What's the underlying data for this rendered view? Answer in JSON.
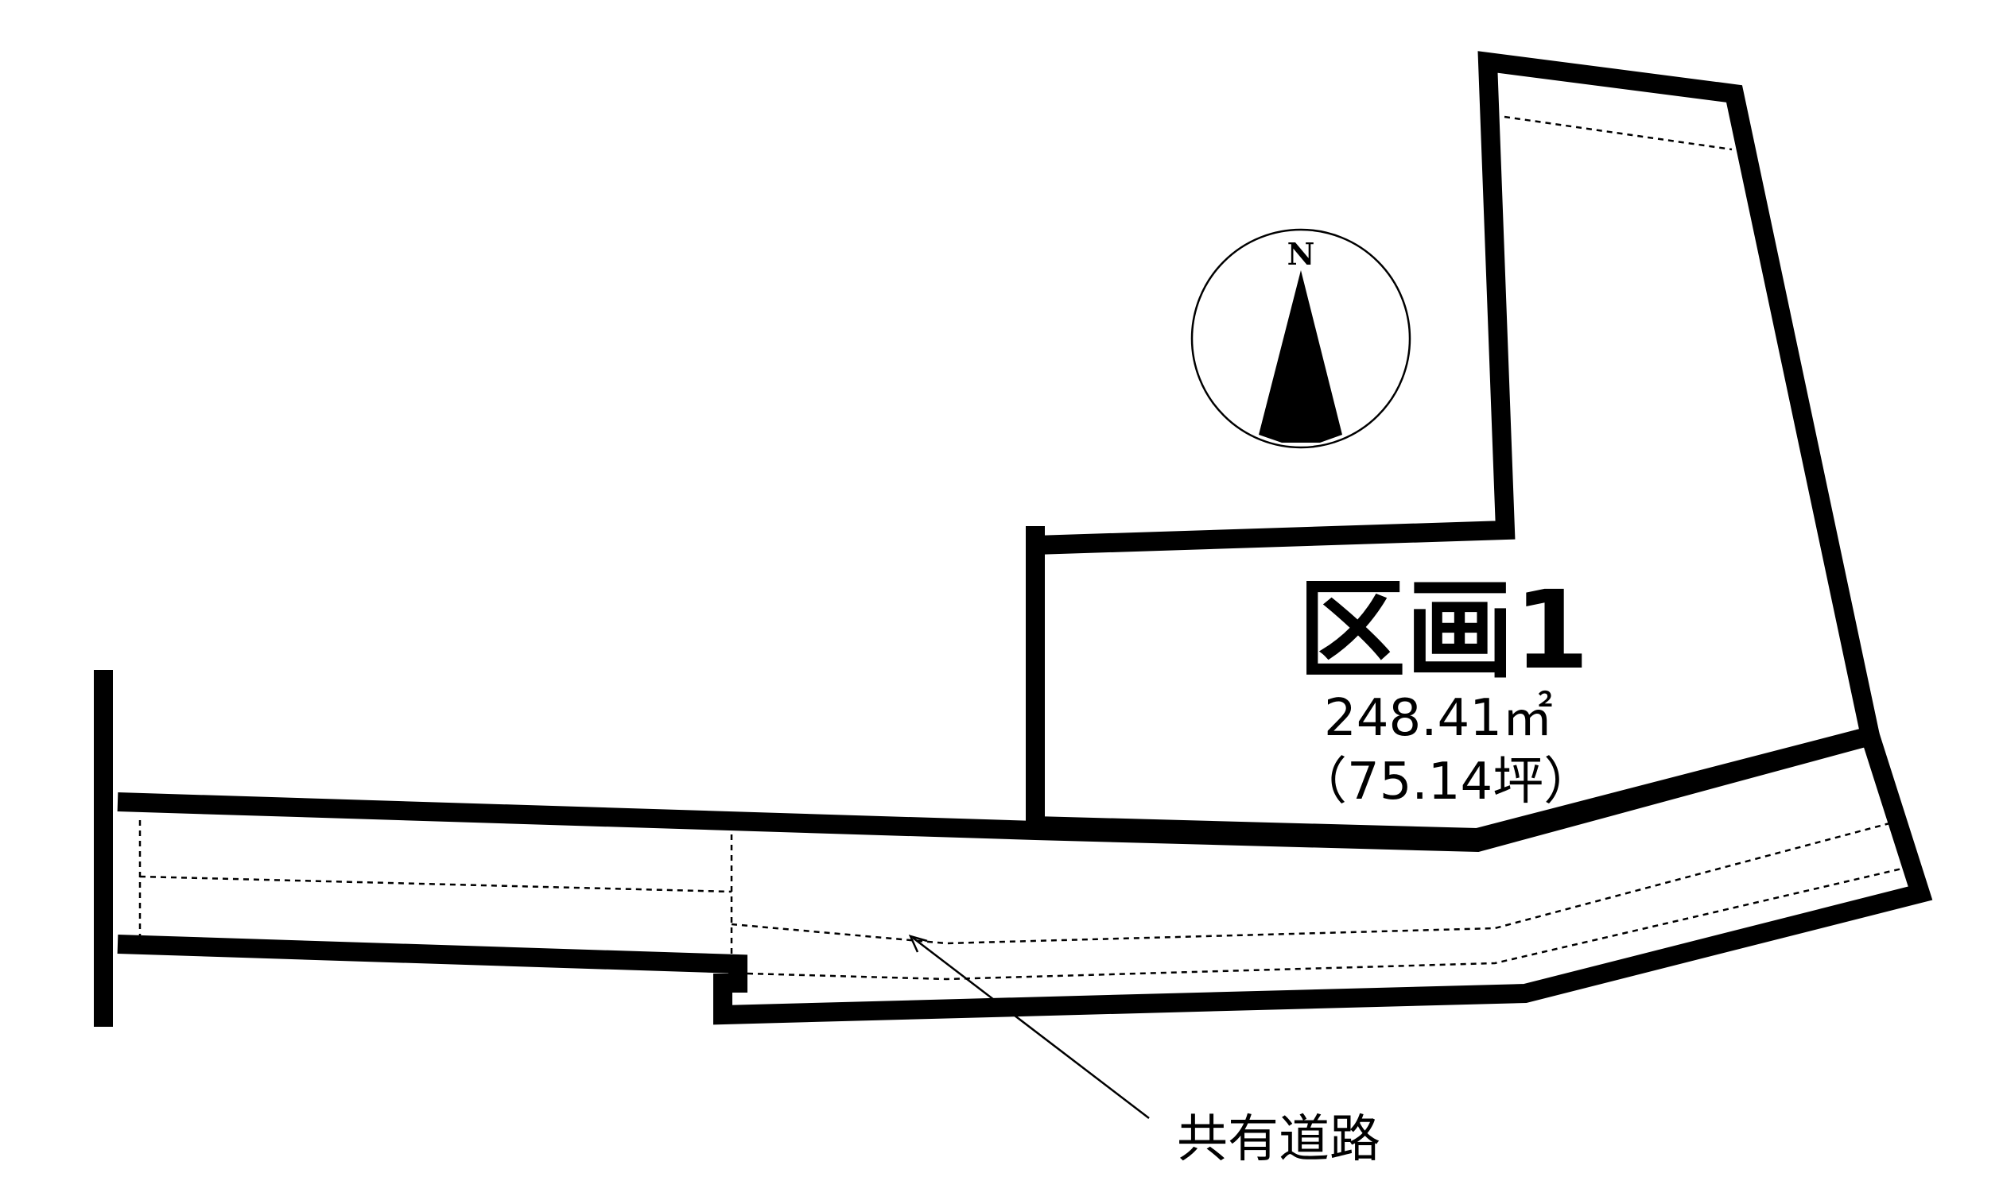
{
  "lot": {
    "name": "区画1",
    "area_sqm": "248.41㎡",
    "area_tsubo": "（75.14坪）"
  },
  "road": {
    "label": "共有道路"
  },
  "compass": {
    "north_label": "N"
  }
}
